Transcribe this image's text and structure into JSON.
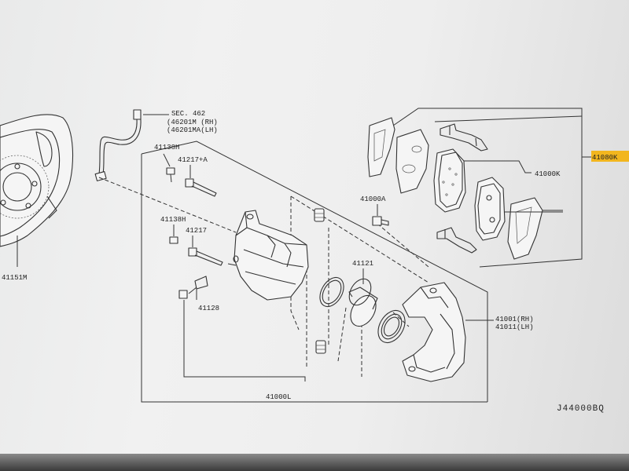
{
  "labels": {
    "sec": "SEC. 462",
    "hose_rh": "(46201M (RH)",
    "hose_lh": "(46201MA(LH)",
    "bolt_h_top": "41138H",
    "pin_a": "41217+A",
    "bolt_h_mid": "41138H",
    "pin": "41217",
    "bleeder": "41128",
    "plate": "41151M",
    "bolt_a": "41000A",
    "piston": "41121",
    "caliper_rh": "41001(RH)",
    "caliper_lh": "41011(LH)",
    "assembly": "41000L",
    "pad_kit": "41000K",
    "pad_kit_highlighted": "41080K",
    "diagram_code": "J44000BQ"
  },
  "colors": {
    "highlight": "#f2b61e",
    "ink": "#333333"
  }
}
